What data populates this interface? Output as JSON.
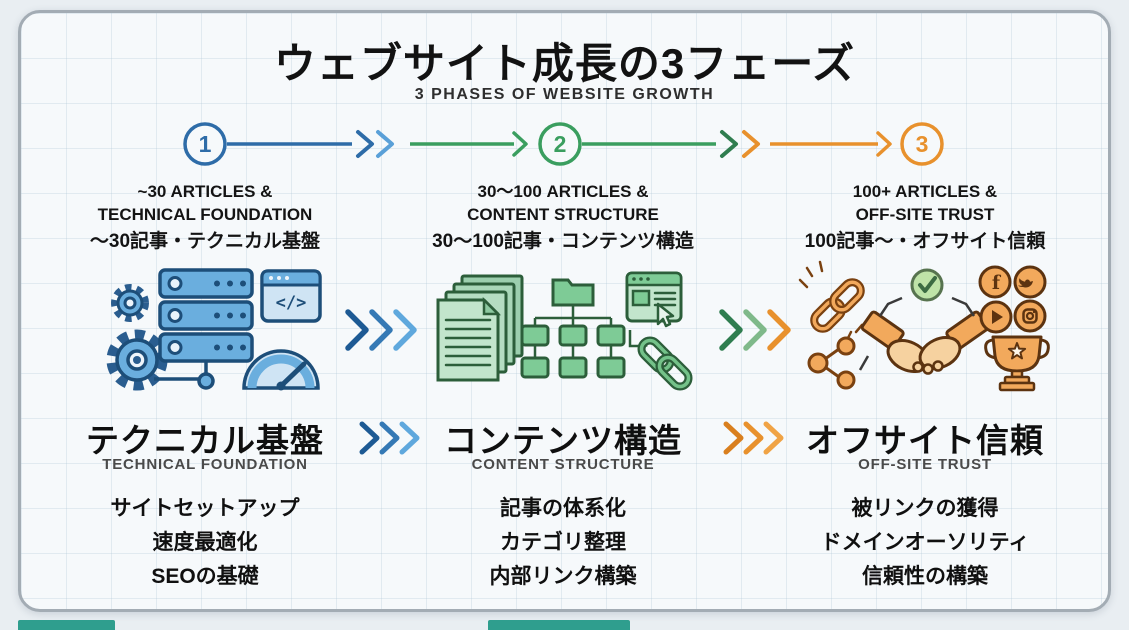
{
  "header": {
    "title": "ウェブサイト成長の3フェーズ",
    "subtitle": "3 PHASES OF WEBSITE GROWTH"
  },
  "timeline": {
    "step1": "1",
    "step2": "2",
    "step3": "3"
  },
  "colors": {
    "phase1_blue": "#2e6ca8",
    "phase2_green": "#3a9e5f",
    "phase3_orange": "#e8912d",
    "accent_teal": "#2f9e8e",
    "card_bg": "#f6f9fb",
    "page_bg": "#e9eef2"
  },
  "icons": {
    "code_glyph": "</>"
  },
  "phases": [
    {
      "header": [
        "~30 ARTICLES &",
        "TECHNICAL FOUNDATION",
        "〜30記事・テクニカル基盤"
      ],
      "title_jp": "テクニカル基盤",
      "title_en": "TECHNICAL FOUNDATION",
      "bullets": [
        "サイトセットアップ",
        "速度最適化",
        "SEOの基礎"
      ],
      "icon_names": [
        "gear-icon",
        "server-stack-icon",
        "code-window-icon",
        "speedometer-icon"
      ]
    },
    {
      "header": [
        "30〜100 ARTICLES &",
        "CONTENT STRUCTURE",
        "30〜100記事・コンテンツ構造"
      ],
      "title_jp": "コンテンツ構造",
      "title_en": "CONTENT STRUCTURE",
      "bullets": [
        "記事の体系化",
        "カテゴリ整理",
        "内部リンク構築"
      ],
      "icon_names": [
        "document-stack-icon",
        "sitemap-icon",
        "browser-cursor-icon",
        "chain-link-icon"
      ]
    },
    {
      "header": [
        "100+ ARTICLES &",
        "OFF-SITE TRUST",
        "100記事〜・オフサイト信頼"
      ],
      "title_jp": "オフサイト信頼",
      "title_en": "OFF-SITE TRUST",
      "bullets": [
        "被リンクの獲得",
        "ドメインオーソリティ",
        "信頼性の構築"
      ],
      "icon_names": [
        "backlink-chain-icon",
        "share-network-icon",
        "handshake-icon",
        "check-circle-icon",
        "social-media-icons",
        "trophy-icon"
      ]
    }
  ]
}
